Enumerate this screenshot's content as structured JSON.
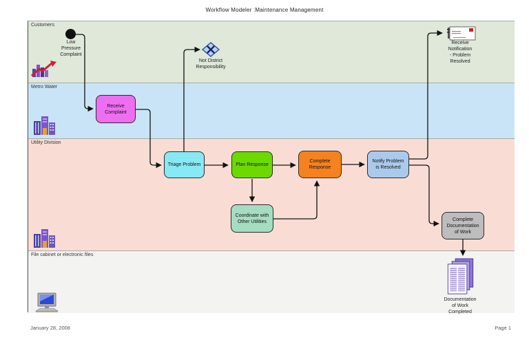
{
  "title": "Workflow Modeler :Maintenance Management",
  "lanes": [
    {
      "label": "Customers",
      "color": "#dfe8d9",
      "icon": "growth-chart-icon"
    },
    {
      "label": "Metro Water",
      "color": "#c9e4f6",
      "icon": "buildings-icon"
    },
    {
      "label": "Utility Division",
      "color": "#f9ddd4",
      "icon": "buildings-icon"
    },
    {
      "label": "File cabinet or electronic files",
      "color": "#f3f3f1",
      "icon": "desktop-computer-icon"
    }
  ],
  "nodes": {
    "start_event": {
      "label": "Low\nPressure\nComplaint",
      "type": "start-event",
      "color": "#101010"
    },
    "receive_complaint": {
      "label": "Receive\nComplaint",
      "color": "#ee6ef2"
    },
    "not_district": {
      "label": "Not District\nResponsibility",
      "type": "x-end-event",
      "color": "#b9d2ee"
    },
    "receive_notification": {
      "label": "Receive\nNotification\n- Problem\nResolved",
      "icon": "letter-icon"
    },
    "triage_problem": {
      "label": "Triage Problem",
      "color": "#87e9f3"
    },
    "plan_response": {
      "label": "Plan Response",
      "color": "#6cd900"
    },
    "complete_response": {
      "label": "Complete\nResponse",
      "color": "#f5821f"
    },
    "notify_resolved": {
      "label": "Notify Problem\nis Resolved",
      "color": "#abcaeb"
    },
    "coordinate_utilities": {
      "label": "Coordinate with\nOther Utilities",
      "color": "#a6dcc1"
    },
    "complete_documentation": {
      "label": "Complete\nDocumentation\nof Work",
      "color": "#bdbdbd"
    },
    "documentation_completed": {
      "label": "Documentation\nof Work\nCompleted",
      "icon": "document-stack-icon"
    }
  },
  "footer": {
    "date": "January 28, 2008",
    "page": "Page 1"
  }
}
